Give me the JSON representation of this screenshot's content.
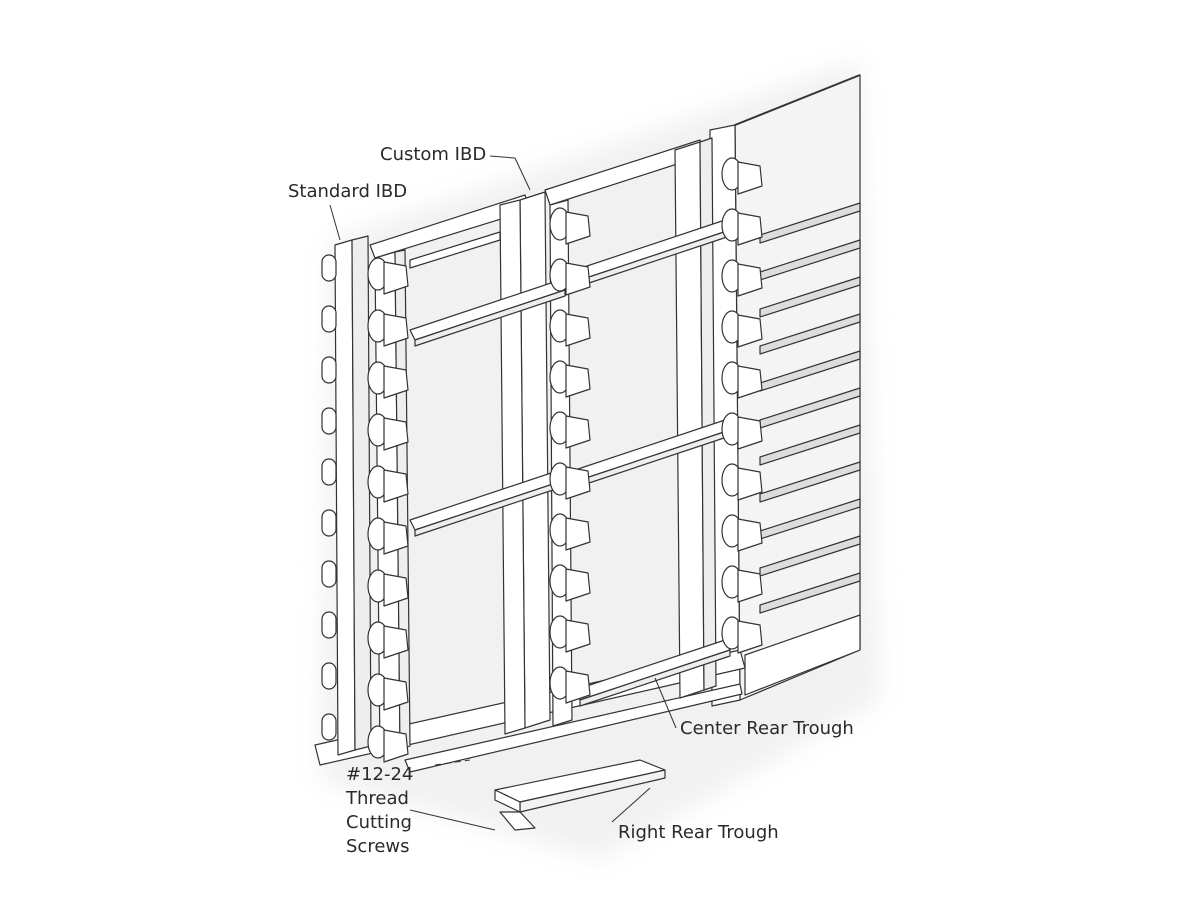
{
  "callouts": {
    "custom_ibd": "Custom IBD",
    "standard_ibd": "Standard IBD",
    "center_rear_trough": "Center Rear Trough",
    "right_rear_trough": "Right Rear Trough",
    "thread_screws": [
      "#12-24",
      "Thread",
      "Cutting",
      "Screws"
    ]
  },
  "colors": {
    "line": "#333333",
    "fill": "#ffffff",
    "shade": "#e8e8e8"
  }
}
